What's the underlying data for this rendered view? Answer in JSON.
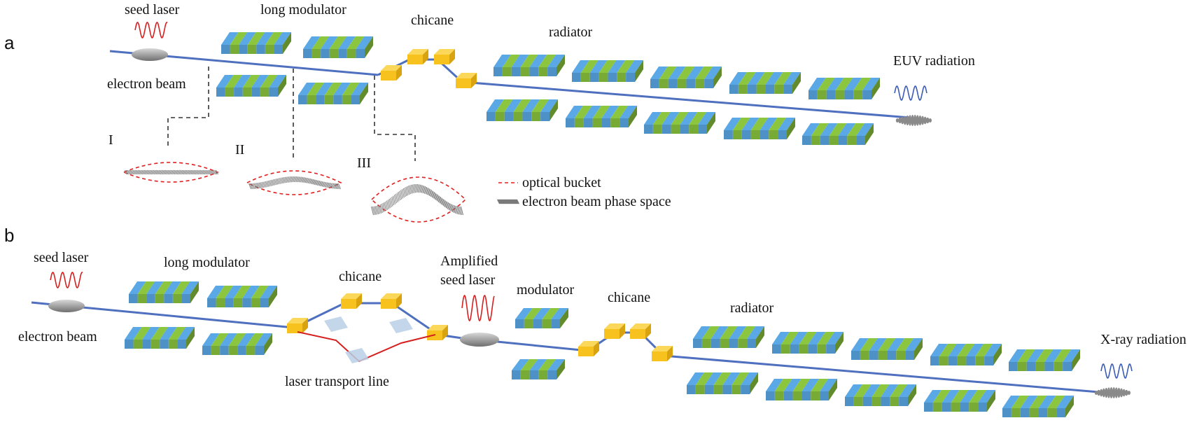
{
  "panels": {
    "a": "a",
    "b": "b"
  },
  "panel_a": {
    "seed_laser": "seed laser",
    "long_modulator": "long modulator",
    "chicane": "chicane",
    "radiator": "radiator",
    "electron_beam": "electron beam",
    "output": "EUV radiation",
    "stages": [
      "I",
      "II",
      "III"
    ],
    "legend": {
      "optical_bucket": "optical bucket",
      "phase_space": "electron beam phase space"
    }
  },
  "panel_b": {
    "seed_laser": "seed laser",
    "long_modulator": "long modulator",
    "chicane_1": "chicane",
    "amplified_seed_laser_line1": "Amplified",
    "amplified_seed_laser_line2": "seed laser",
    "modulator": "modulator",
    "chicane_2": "chicane",
    "radiator": "radiator",
    "electron_beam": "electron beam",
    "laser_transport_line": "laser transport line",
    "output": "X-ray radiation"
  },
  "colors": {
    "undulator_blue": "#5aa9e6",
    "undulator_green": "#8cc63f",
    "magnet_yellow": "#f7c21e",
    "beam_line": "#4f6fbf",
    "seed_wave": "#d62020",
    "output_wave": "#3b5bb5",
    "bucket": "#e02020",
    "mirror": "#b9cfe6"
  }
}
